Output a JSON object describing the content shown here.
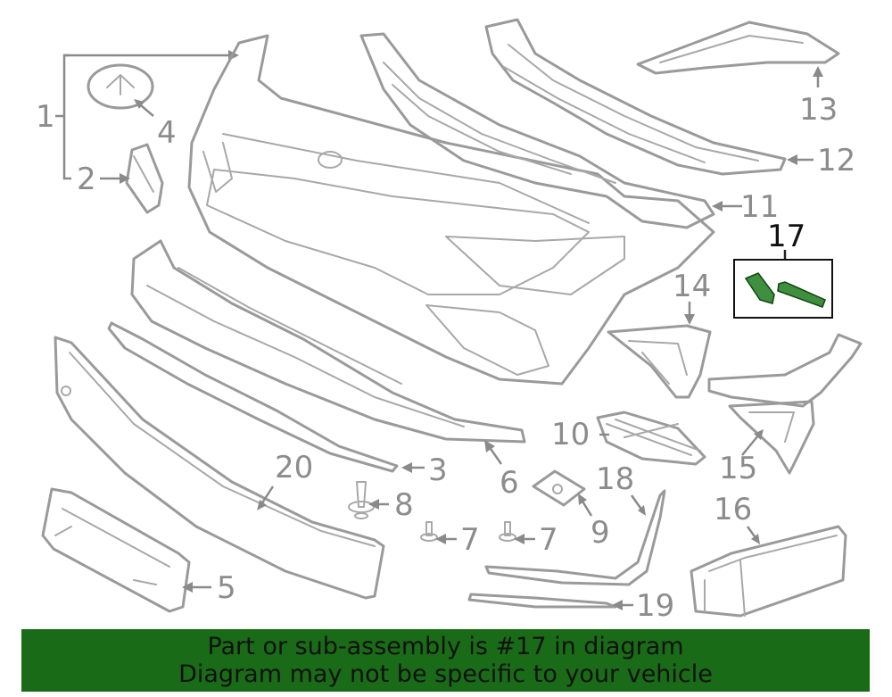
{
  "diagram": {
    "callouts": [
      "1",
      "2",
      "3",
      "4",
      "5",
      "6",
      "7",
      "7",
      "8",
      "9",
      "10",
      "11",
      "12",
      "13",
      "14",
      "15",
      "16",
      "17",
      "18",
      "19",
      "20"
    ],
    "highlighted": "17"
  },
  "footer": {
    "line1": "Part or sub-assembly is #17 in diagram",
    "line2": "Diagram may not be specific to your vehicle"
  },
  "colors": {
    "highlight_part": "#3f8f3f",
    "footer_background": "#1a6b17",
    "line_art": "#9a9a9a"
  }
}
